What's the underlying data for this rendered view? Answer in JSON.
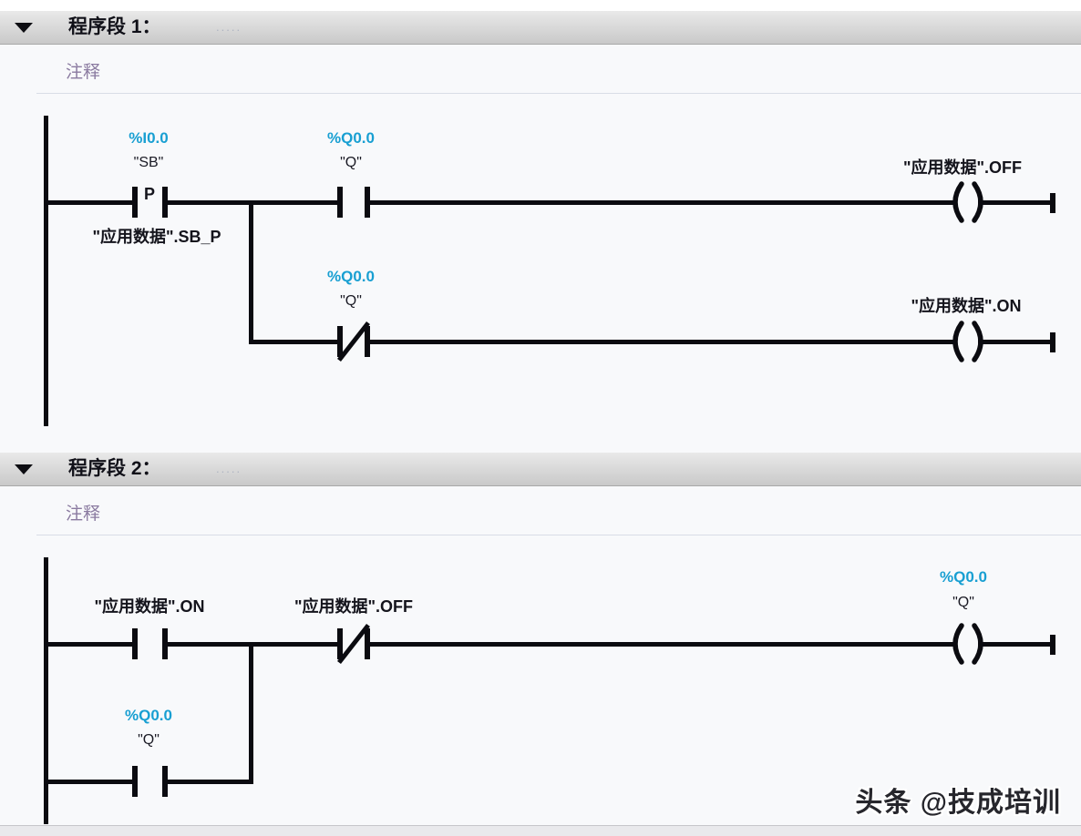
{
  "editor": {
    "watermark": "头条 @技成培训"
  },
  "colors": {
    "address_text": "#189fd2",
    "comment_text": "#8a7aa0",
    "wire": "#0b0b10",
    "header_gradient_top": "#e9e9e9",
    "header_gradient_bottom": "#c9c9c9"
  },
  "networks": [
    {
      "title": "程序段 1：",
      "title_placeholder": ".....",
      "comment_placeholder": "注释",
      "elements": {
        "p_contact": {
          "address": "%I0.0",
          "tag": "\"SB\"",
          "letter": "P",
          "operand": "\"应用数据\".SB_P"
        },
        "q_no_contact": {
          "address": "%Q0.0",
          "tag": "\"Q\""
        },
        "off_coil": {
          "operand": "\"应用数据\".OFF"
        },
        "q_nc_contact": {
          "address": "%Q0.0",
          "tag": "\"Q\""
        },
        "on_coil": {
          "operand": "\"应用数据\".ON"
        }
      }
    },
    {
      "title": "程序段 2：",
      "title_placeholder": ".....",
      "comment_placeholder": "注释",
      "elements": {
        "on_no_contact": {
          "operand": "\"应用数据\".ON"
        },
        "off_nc_contact": {
          "operand": "\"应用数据\".OFF"
        },
        "q_coil": {
          "address": "%Q0.0",
          "tag": "\"Q\""
        },
        "q_hold_contact": {
          "address": "%Q0.0",
          "tag": "\"Q\""
        }
      }
    }
  ]
}
